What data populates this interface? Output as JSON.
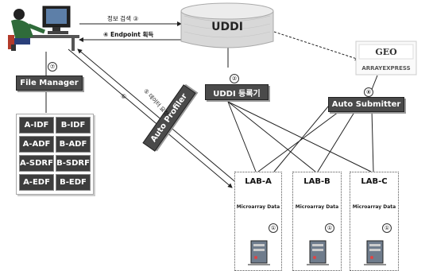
{
  "top_arrows": {
    "search_label": "정보 검색",
    "search_num": "③",
    "endpoint_label": "Endpoint 획득",
    "endpoint_num": "④"
  },
  "database": {
    "label": "UDDI"
  },
  "repos": {
    "geo": "GEO",
    "arrayexpress": "ARRAYEXPRESS"
  },
  "file_manager": {
    "label": "File Manager",
    "num": "⑦",
    "cells": [
      [
        "A-IDF",
        "B-IDF"
      ],
      [
        "A-ADF",
        "B-ADF"
      ],
      [
        "A-SDRF",
        "B-SDRF"
      ],
      [
        "A-EDF",
        "B-EDF"
      ]
    ]
  },
  "uddi_registrar": {
    "label": "UDDI 등록기",
    "num": "②"
  },
  "auto_submitter": {
    "label": "Auto Submitter",
    "num": "⑧"
  },
  "auto_profiler": {
    "label": "Auto Profiler",
    "num": "⑥",
    "request_num": "⑤",
    "request_label": "데이터 요청"
  },
  "labs": [
    {
      "name": "LAB-A",
      "sub": "Microarray Data",
      "num": "①"
    },
    {
      "name": "LAB-B",
      "sub": "Microarray Data",
      "num": "①"
    },
    {
      "name": "LAB-C",
      "sub": "Microarray Data",
      "num": "①"
    }
  ]
}
